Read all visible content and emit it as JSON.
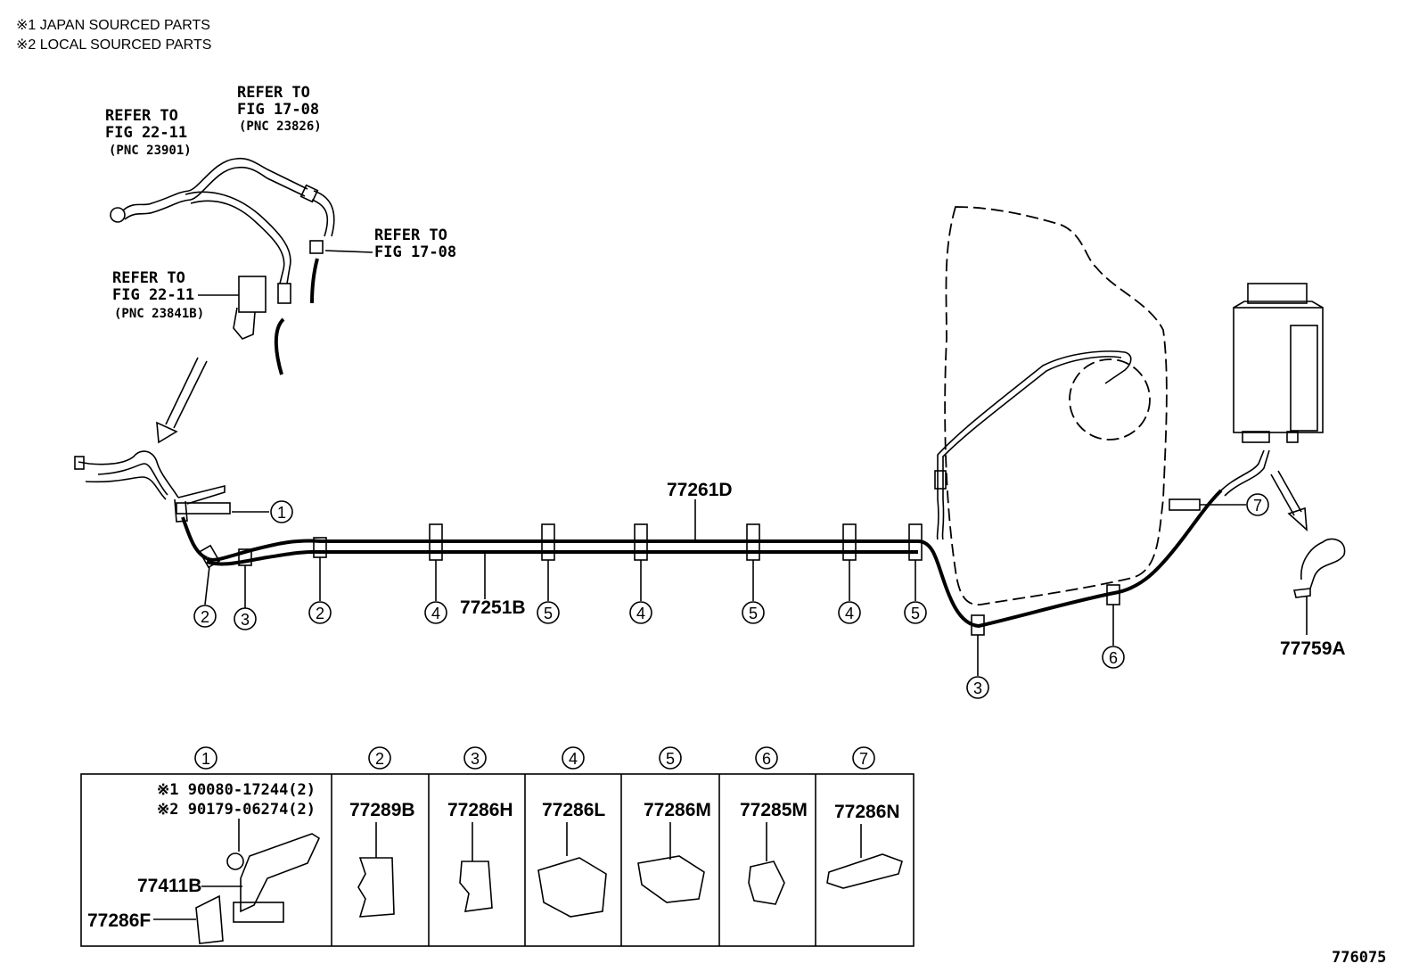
{
  "notes": [
    "※1 JAPAN SOURCED PARTS",
    "※2 LOCAL SOURCED PARTS"
  ],
  "refs": [
    {
      "line1": "REFER TO",
      "line2": "FIG 22-11",
      "line3": "(PNC 23901)"
    },
    {
      "line1": "REFER TO",
      "line2": "FIG 17-08",
      "line3": "(PNC 23826)"
    },
    {
      "line1": "REFER TO",
      "line2": "FIG 17-08"
    },
    {
      "line1": "REFER TO",
      "line2": "FIG 22-11",
      "line3": "(PNC 23841B)"
    }
  ],
  "part_labels": {
    "upper_pipe": "77261D",
    "lower_pipe": "77251B",
    "hose": "77759A"
  },
  "callouts": [
    "1",
    "2",
    "3",
    "2",
    "4",
    "5",
    "4",
    "5",
    "4",
    "5",
    "3",
    "6",
    "7"
  ],
  "table": {
    "headers": [
      "1",
      "2",
      "3",
      "4",
      "5",
      "6",
      "7"
    ],
    "cell1": {
      "line1": "※1 90080-17244(2)",
      "line2": "※2 90179-06274(2)",
      "part_a": "77411B",
      "part_b": "77286F"
    },
    "parts": [
      "77289B",
      "77286H",
      "77286L",
      "77286M",
      "77285M",
      "77286N"
    ]
  },
  "figure_id": "776075"
}
